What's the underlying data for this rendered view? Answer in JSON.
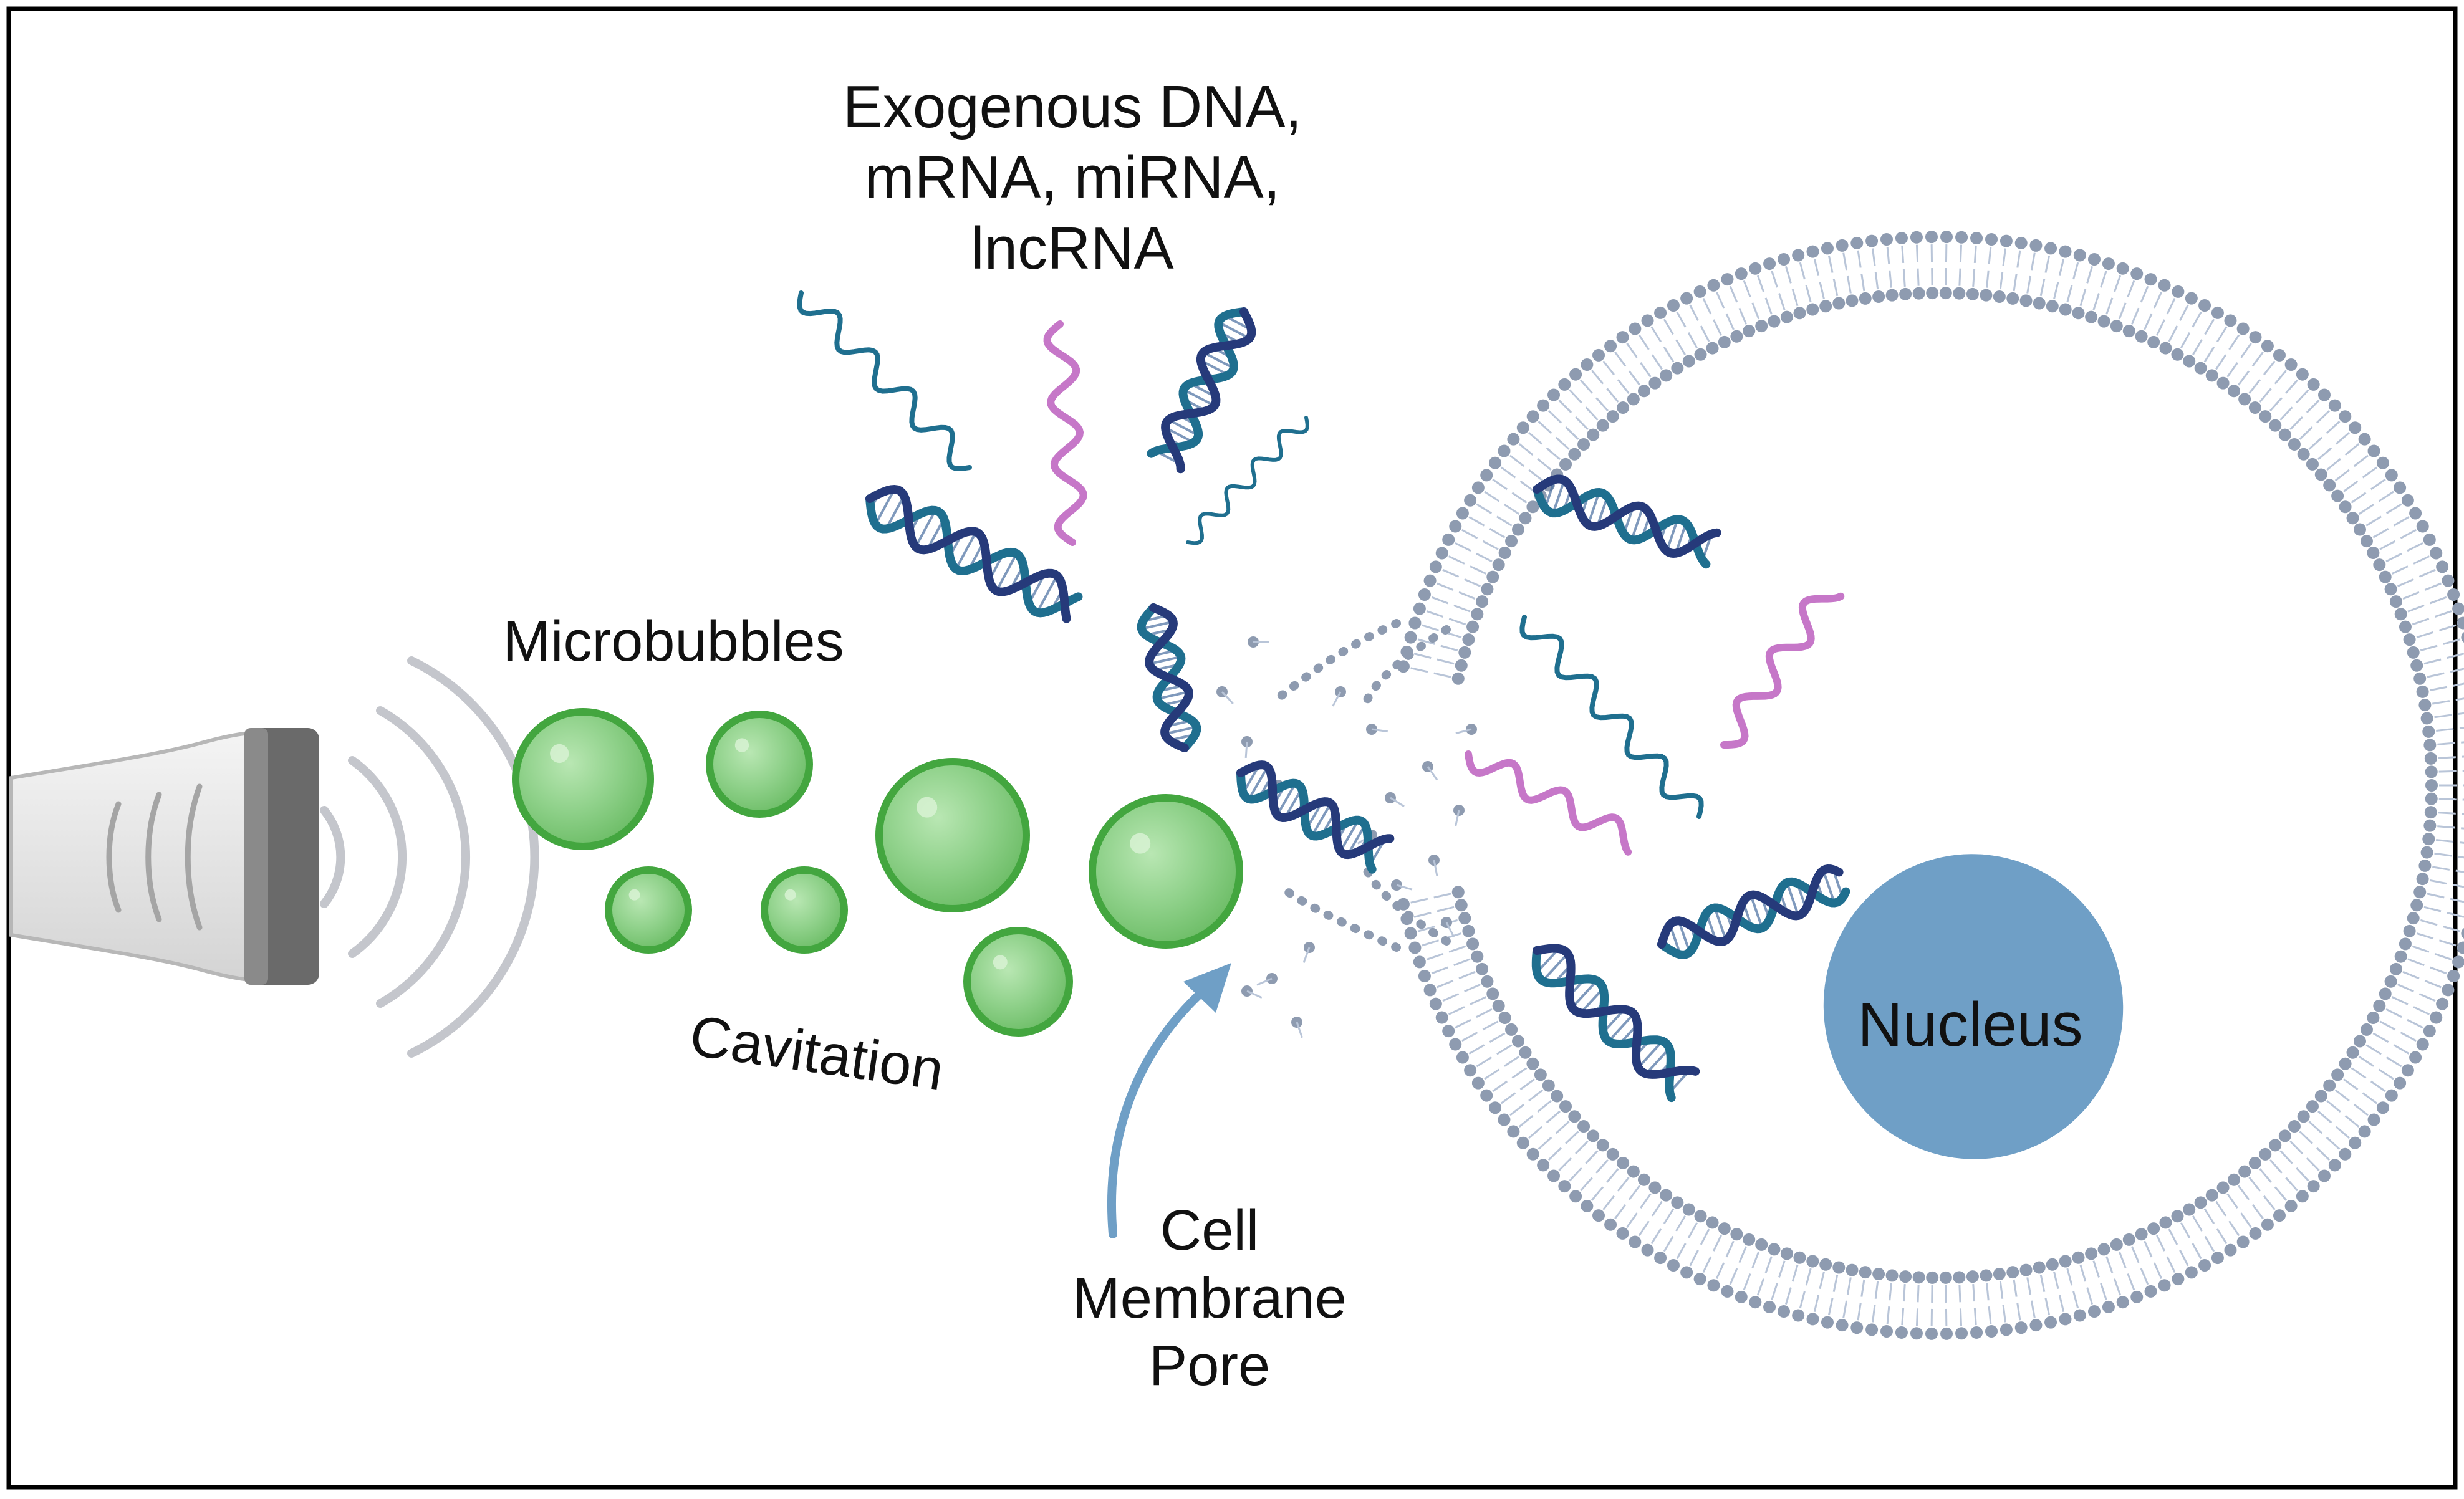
{
  "labels": {
    "exogenous": "Exogenous DNA,\nmRNA, miRNA,\nlncRNA",
    "microbubbles": "Microbubbles",
    "cavitation": "Cavitation",
    "pore": "Cell\nMembrane\nPore",
    "nucleus": "Nucleus"
  },
  "icons": {
    "transducer": "ultrasound-transducer-icon",
    "waves": "ultrasound-waves-icon",
    "bubble": "microbubble-icon",
    "dna": "dna-double-helix-icon",
    "rna": "rna-strand-icon",
    "arrow": "pointer-arrow-icon",
    "cell": "cell-membrane-icon",
    "nucleus": "nucleus-icon"
  },
  "colors": {
    "border": "#000000",
    "membrane_head": "#8e9bb0",
    "membrane_tail": "#b9c5d8",
    "bubble_fill": "#8fd18a",
    "bubble_stroke": "#43a63f",
    "dna_dark": "#263a7a",
    "dna_teal": "#1f6f8f",
    "rna_pink": "#c677c8",
    "nucleus": "#6f9fc6",
    "arrow": "#6f9fc6",
    "transducer_body": "#e6e6e6",
    "transducer_head": "#6a6a6a",
    "waves": "#c4c6cc"
  }
}
